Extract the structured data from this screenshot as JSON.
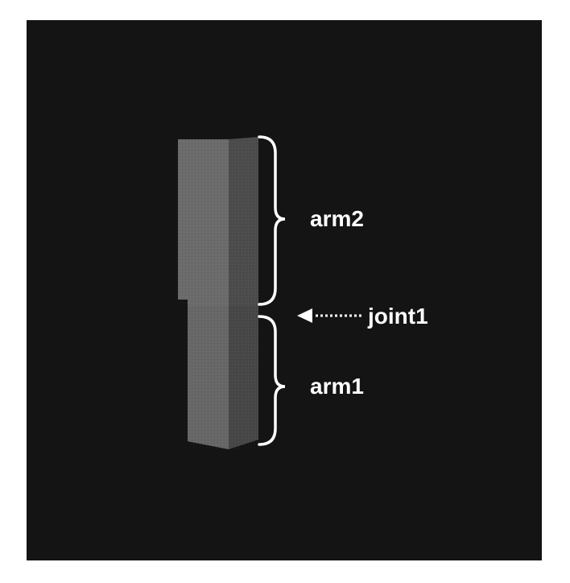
{
  "labels": {
    "arm2": "arm2",
    "joint1": "joint1",
    "arm1": "arm1"
  },
  "colors": {
    "background": "#141414",
    "arm_front_face": "#6a6a6a",
    "arm_side_face": "#4a4a4a",
    "annotation": "#ffffff"
  }
}
